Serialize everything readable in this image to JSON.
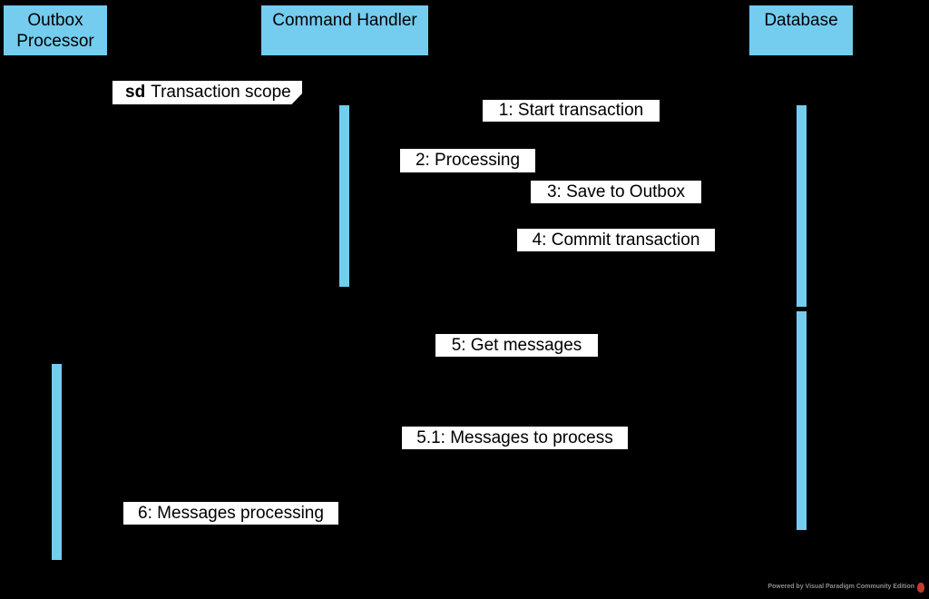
{
  "colors": {
    "background": "#000000",
    "shape_fill": "#74CCEF",
    "shape_border": "#000000",
    "label_bg": "#FFFFFF",
    "text": "#000000",
    "watermark_text": "#8C8C8C",
    "watermark_logo": "#C23B2F"
  },
  "actors": [
    {
      "name": "Outbox Processor"
    },
    {
      "name": "Command Handler"
    },
    {
      "name": "Database"
    }
  ],
  "frame": {
    "keyword": "sd",
    "title": "Transaction scope"
  },
  "messages": [
    {
      "text": "1: Start transaction"
    },
    {
      "text": "2: Processing"
    },
    {
      "text": "3: Save to Outbox"
    },
    {
      "text": "4: Commit transaction"
    },
    {
      "text": "5: Get messages"
    },
    {
      "text": "5.1: Messages to process"
    },
    {
      "text": "6: Messages processing"
    }
  ],
  "watermark": {
    "text": "Powered by Visual Paradigm Community Edition"
  }
}
